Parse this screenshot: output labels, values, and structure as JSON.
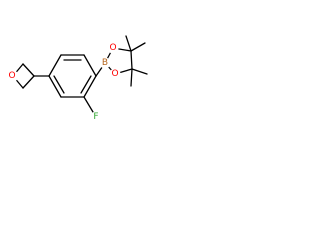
{
  "molecule": {
    "atom_labels": {
      "oxetane_oxygen": "O",
      "fluorine": "F",
      "boron": "B",
      "ester_oxygen_upper": "O",
      "ester_oxygen_lower": "O"
    }
  },
  "colors": {
    "bond": "#000000",
    "oxygen": "#ff0000",
    "fluorine": "#33aa33",
    "boron": "#b5651d",
    "background": "#ffffff"
  }
}
